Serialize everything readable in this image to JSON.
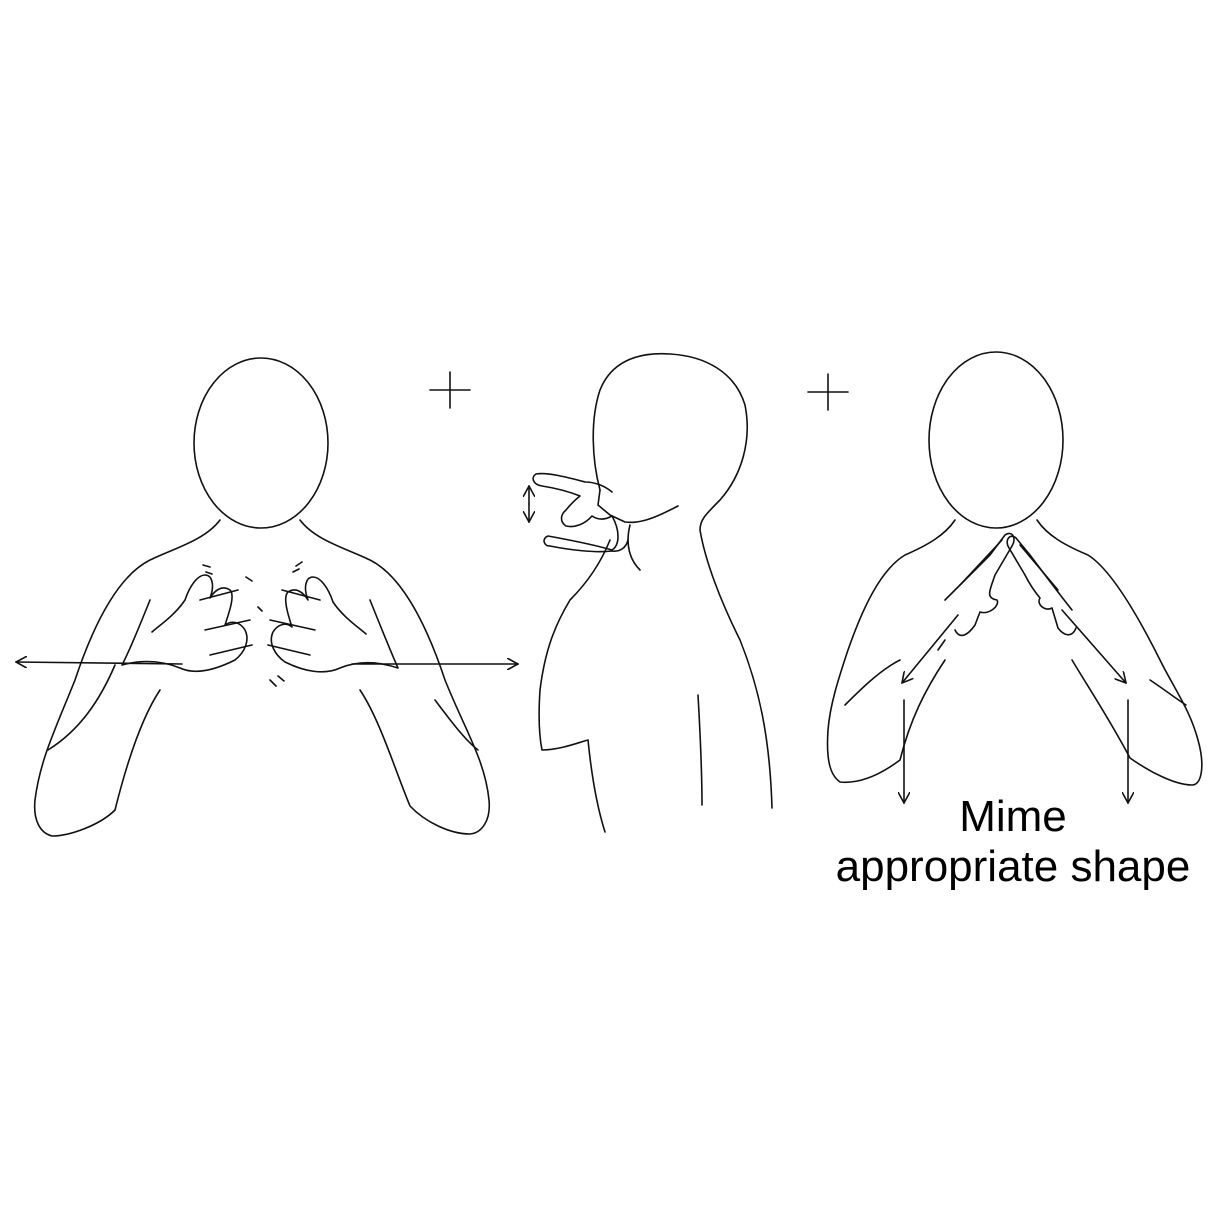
{
  "caption": {
    "line1": "Mime",
    "line2": "appropriate shape"
  },
  "icons": {
    "plus": "plus-sign",
    "arrow": "movement-arrow"
  },
  "colors": {
    "line": "#111111",
    "background": "#ffffff"
  }
}
